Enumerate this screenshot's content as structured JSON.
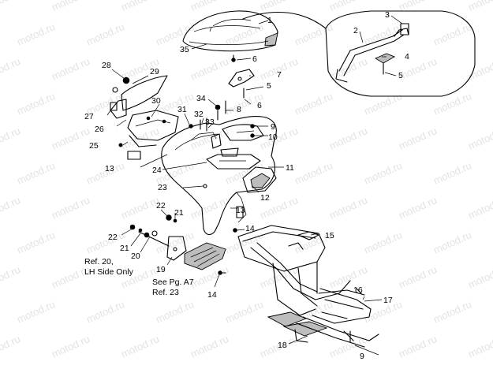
{
  "watermark": "motod.ru",
  "callouts": [
    {
      "id": "c1",
      "text": "1"
    },
    {
      "id": "c2",
      "text": "2"
    },
    {
      "id": "c3",
      "text": "3"
    },
    {
      "id": "c4",
      "text": "4"
    },
    {
      "id": "c5a",
      "text": "5"
    },
    {
      "id": "c5b",
      "text": "5"
    },
    {
      "id": "c6a",
      "text": "6"
    },
    {
      "id": "c6b",
      "text": "6"
    },
    {
      "id": "c7",
      "text": "7"
    },
    {
      "id": "c8",
      "text": "8"
    },
    {
      "id": "c9a",
      "text": "9"
    },
    {
      "id": "c9b",
      "text": "9"
    },
    {
      "id": "c10",
      "text": "10"
    },
    {
      "id": "c11",
      "text": "11"
    },
    {
      "id": "c12",
      "text": "12"
    },
    {
      "id": "c13a",
      "text": "13"
    },
    {
      "id": "c13b",
      "text": "13"
    },
    {
      "id": "c14a",
      "text": "14"
    },
    {
      "id": "c14b",
      "text": "14"
    },
    {
      "id": "c15",
      "text": "15"
    },
    {
      "id": "c16",
      "text": "16"
    },
    {
      "id": "c17",
      "text": "17"
    },
    {
      "id": "c18",
      "text": "18"
    },
    {
      "id": "c19",
      "text": "19"
    },
    {
      "id": "c20",
      "text": "20"
    },
    {
      "id": "c21a",
      "text": "21"
    },
    {
      "id": "c21b",
      "text": "21"
    },
    {
      "id": "c22a",
      "text": "22"
    },
    {
      "id": "c22b",
      "text": "22"
    },
    {
      "id": "c23",
      "text": "23"
    },
    {
      "id": "c24",
      "text": "24"
    },
    {
      "id": "c25",
      "text": "25"
    },
    {
      "id": "c26",
      "text": "26"
    },
    {
      "id": "c27",
      "text": "27"
    },
    {
      "id": "c28",
      "text": "28"
    },
    {
      "id": "c29",
      "text": "29"
    },
    {
      "id": "c30",
      "text": "30"
    },
    {
      "id": "c31",
      "text": "31"
    },
    {
      "id": "c32",
      "text": "32"
    },
    {
      "id": "c33",
      "text": "33"
    },
    {
      "id": "c34",
      "text": "34"
    },
    {
      "id": "c35",
      "text": "35"
    }
  ],
  "notes": {
    "ref20_line1": "Ref. 20,",
    "ref20_line2": "LH Side Only",
    "see_line1": "See Pg. A7",
    "see_line2": "Ref. 23"
  }
}
